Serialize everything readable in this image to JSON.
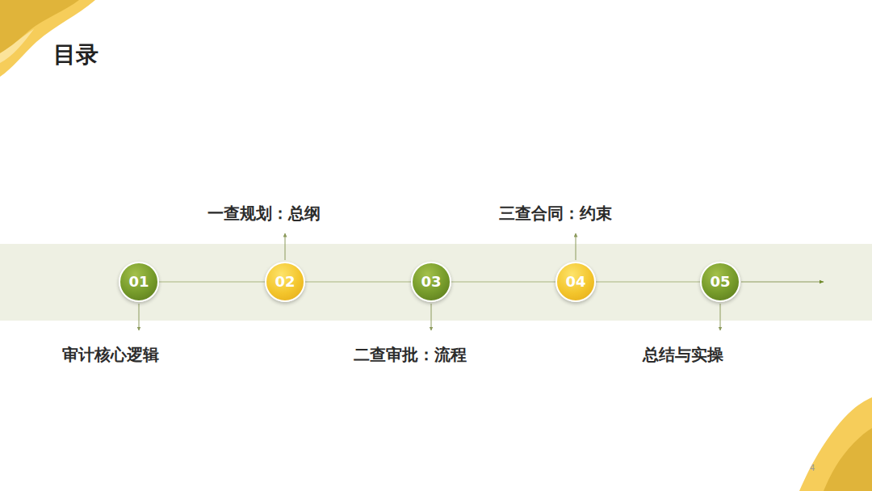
{
  "diagram": {
    "title": "目录",
    "nodes": [
      {
        "text": [
          "01",
          "审计核心逻辑"
        ]
      },
      {
        "text": [
          "02",
          "一查规划：总纲"
        ]
      },
      {
        "text": [
          "03",
          "二查审批：流程"
        ]
      },
      {
        "text": [
          "04",
          "三查合同：约束"
        ]
      },
      {
        "text": [
          "05",
          "总结与实操"
        ]
      }
    ],
    "edges": [
      {
        "from": 0,
        "to": 1,
        "arrow": "none"
      },
      {
        "from": 1,
        "to": 2,
        "arrow": "none"
      },
      {
        "from": 2,
        "to": 3,
        "arrow": "none"
      },
      {
        "from": 3,
        "to": 4,
        "arrow": "none"
      }
    ],
    "labels": [
      "4"
    ]
  }
}
